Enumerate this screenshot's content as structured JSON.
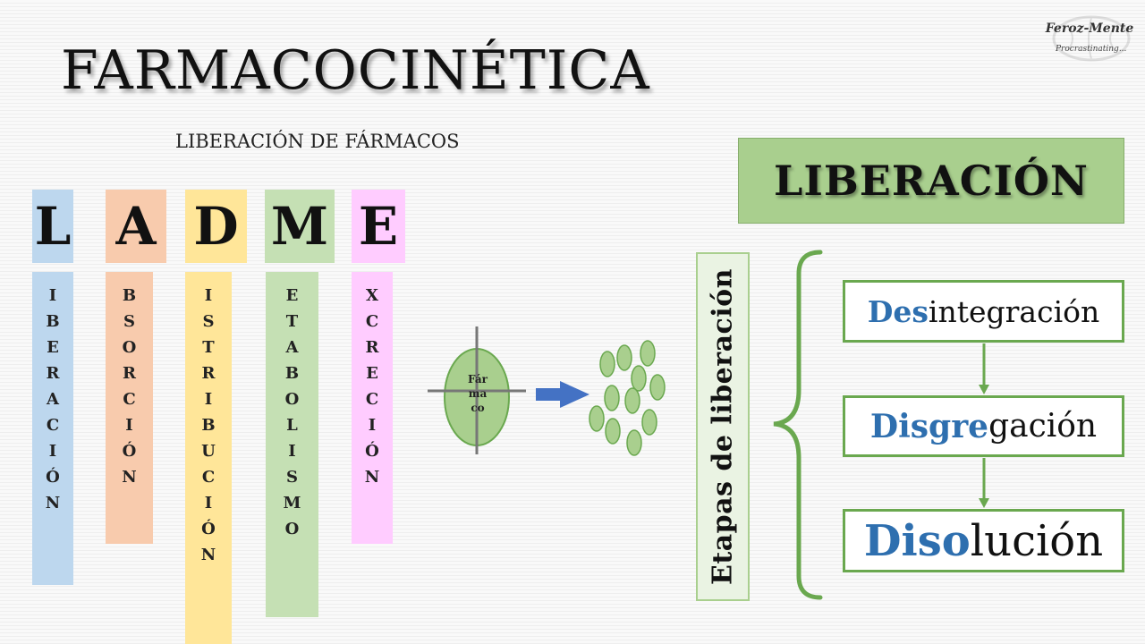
{
  "title": "FARMACOCINÉTICA",
  "subtitle": "LIBERACIÓN DE FÁRMACOS",
  "logo": {
    "brand": "Feroz-Mente",
    "tagline": "Procrastinating..."
  },
  "ladme": [
    {
      "letter": "L",
      "rest": [
        "I",
        "B",
        "E",
        "R",
        "A",
        "C",
        "I",
        "Ó",
        "N"
      ],
      "color": "#bdd7ee"
    },
    {
      "letter": "A",
      "rest": [
        "B",
        "S",
        "O",
        "R",
        "C",
        "I",
        "Ó",
        "N"
      ],
      "color": "#f8cbad"
    },
    {
      "letter": "D",
      "rest": [
        "I",
        "S",
        "T",
        "R",
        "I",
        "B",
        "U",
        "C",
        "I",
        "Ó",
        "N"
      ],
      "color": "#ffe699"
    },
    {
      "letter": "M",
      "rest": [
        "E",
        "T",
        "A",
        "B",
        "O",
        "L",
        "I",
        "S",
        "M",
        "O"
      ],
      "color": "#c5e0b4"
    },
    {
      "letter": "E",
      "rest": [
        "X",
        "C",
        "R",
        "E",
        "C",
        "I",
        "Ó",
        "N"
      ],
      "color": "#ffccff"
    }
  ],
  "drug_label": [
    "Fár",
    "ma",
    "co"
  ],
  "liberacion_title": "LIBERACIÓN",
  "etapas_label": "Etapas de liberación",
  "stages": [
    {
      "highlight": "Des",
      "rest": "integración"
    },
    {
      "highlight": "Disgre",
      "rest": "gación"
    },
    {
      "highlight": "Diso",
      "rest": "lución"
    }
  ],
  "colors": {
    "green_fill": "#a9cf8e",
    "green_stroke": "#6aa84f",
    "arrow_blue": "#4472c4",
    "highlight_blue": "#2e6faf"
  }
}
